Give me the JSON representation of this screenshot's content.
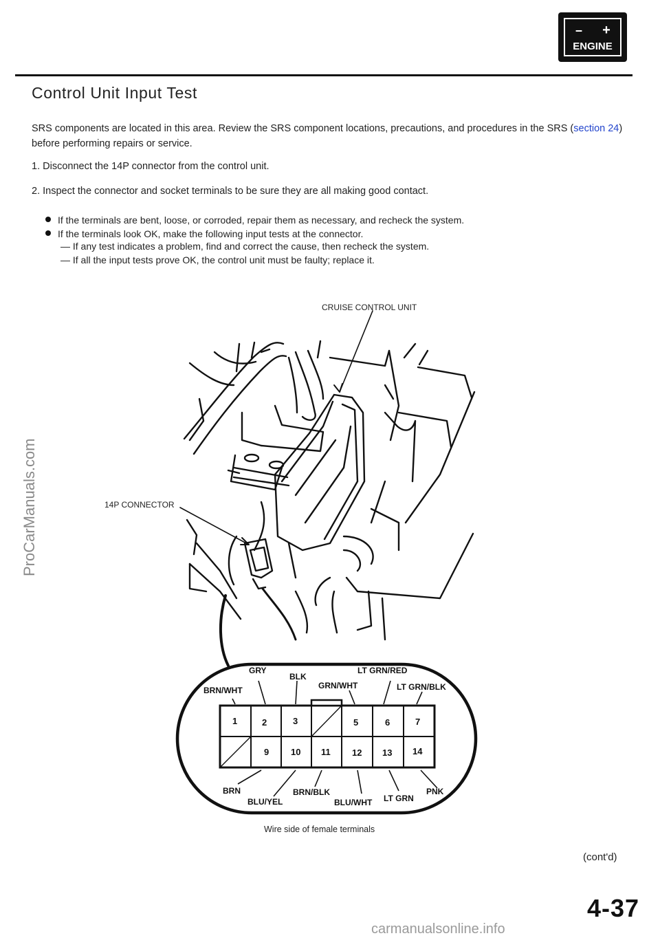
{
  "badge": {
    "minus": "–",
    "plus": "+",
    "label": "ENGINE"
  },
  "title": "Control Unit Input Test",
  "intro": {
    "before": "SRS components are located in this area. Review the SRS component locations, precautions, and procedures in the SRS (",
    "link": "section 24",
    "after": ") before performing repairs or service."
  },
  "steps": [
    "1.  Disconnect the 14P connector from the control unit.",
    "2.  Inspect the connector and socket terminals to be sure they are all making good contact."
  ],
  "bullets": [
    "If the terminals are bent, loose, or corroded, repair them as necessary, and recheck the system.",
    "If the terminals look OK, make the following input tests at the connector."
  ],
  "subitems": [
    "— If any test indicates a problem, find and correct the cause, then recheck the system.",
    "— If all the input tests prove OK, the control unit must be faulty; replace it."
  ],
  "figure": {
    "unit_label": "CRUISE CONTROL UNIT",
    "connector_label": "14P CONNECTOR",
    "caption": "Wire side of female terminals"
  },
  "connector": {
    "top_row": [
      "1",
      "2",
      "3",
      "",
      "5",
      "6",
      "7"
    ],
    "bottom_row": [
      "",
      "9",
      "10",
      "11",
      "12",
      "13",
      "14"
    ],
    "wires_top": [
      "BRN/WHT",
      "GRY",
      "BLK",
      "GRN/WHT",
      "LT GRN/RED",
      "LT GRN/BLK"
    ],
    "wires_bottom": [
      "BRN",
      "BLU/YEL",
      "BRN/BLK",
      "BLU/WHT",
      "LT GRN",
      "PNK"
    ]
  },
  "contd": "(cont'd)",
  "page_number": "4-37",
  "watermark": "ProCarManuals.com",
  "site": "carmanualsonline.info"
}
